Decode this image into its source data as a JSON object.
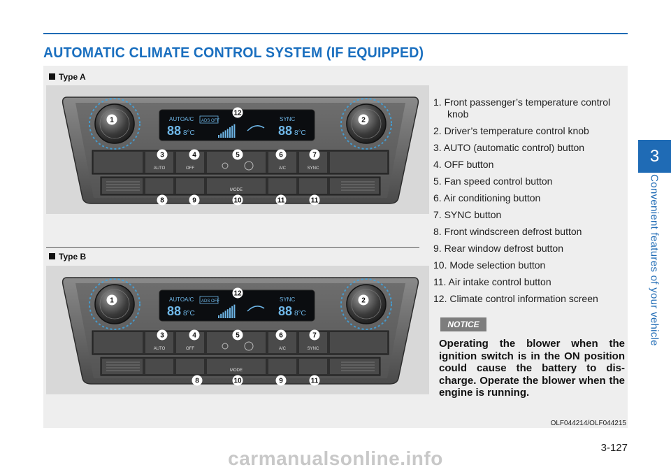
{
  "title": "AUTOMATIC CLIMATE CONTROL SYSTEM (IF EQUIPPED)",
  "side_tab": {
    "number": "3",
    "text": "Convenient features of your vehicle"
  },
  "type_a_label": "Type A",
  "type_b_label": "Type B",
  "panel_labels": {
    "auto": "AUTO",
    "ac": "A/C",
    "ads_off": "ADS OFF",
    "sync": "SYNC",
    "off": "OFF",
    "mode": "MODE",
    "digits": "88",
    "temp": "8°C"
  },
  "type_a_callouts": [
    "1",
    "2",
    "3",
    "4",
    "5",
    "6",
    "7",
    "8",
    "9",
    "10",
    "11",
    "11",
    "12"
  ],
  "type_b_callouts": [
    "1",
    "2",
    "3",
    "4",
    "5",
    "6",
    "7",
    "8",
    "10",
    "9",
    "11",
    "12"
  ],
  "items": [
    {
      "line1": "1. Front passenger’s temperature control",
      "line2": "knob"
    },
    {
      "line1": "2. Driver’s temperature control knob"
    },
    {
      "line1": "3. AUTO (automatic control) button"
    },
    {
      "line1": "4. OFF button"
    },
    {
      "line1": "5. Fan speed control button"
    },
    {
      "line1": "6. Air conditioning button"
    },
    {
      "line1": "7. SYNC button"
    },
    {
      "line1": "8. Front windscreen defrost button"
    },
    {
      "line1": "9. Rear window defrost button"
    },
    {
      "line1": "10. Mode selection button"
    },
    {
      "line1": "11. Air intake control button"
    },
    {
      "line1": "12. Climate control information screen"
    }
  ],
  "notice_label": "NOTICE",
  "notice_text": "Operating the blower when the ignition switch is in the ON position could cause the battery to dis-charge. Operate the blower when the engine is running.",
  "image_code": "OLF044214/OLF044215",
  "page_number": "3-127",
  "watermark": "carmanualsonline.info",
  "colors": {
    "brand_blue": "#1f6bb5",
    "panel_gray": "#eeeeee",
    "lcd_blue": "#6fb7e8"
  }
}
